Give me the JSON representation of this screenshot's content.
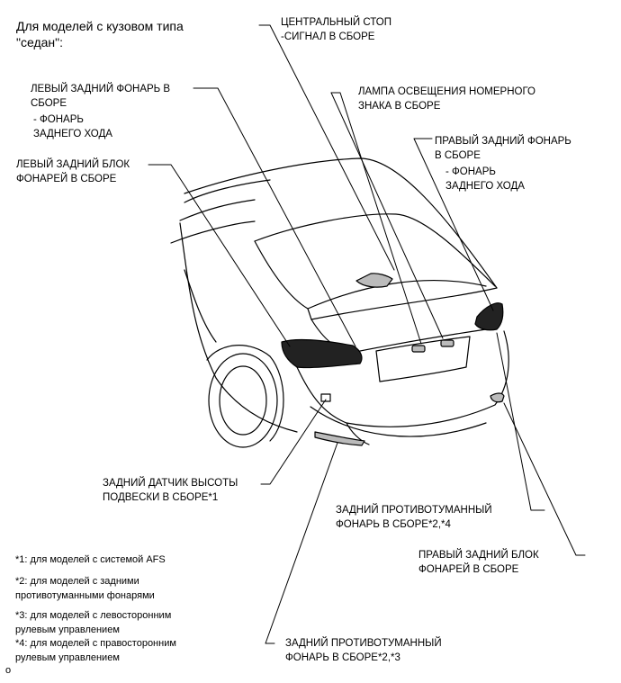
{
  "header": {
    "model_note": "Для моделей с кузовом типа\n\"седан\":"
  },
  "callouts": {
    "central_stop": "ЦЕНТРАЛЬНЫЙ СТОП\n-СИГНАЛ В СБОРЕ",
    "left_rear_lamp": "ЛЕВЫЙ ЗАДНИЙ ФОНАРЬ В\nСБОРЕ",
    "left_rear_lamp_sub": "- ФОНАРЬ\nЗАДНЕГО ХОДА",
    "plate_lamp": "ЛАМПА ОСВЕЩЕНИЯ НОМЕРНОГО\nЗНАКА В СБОРЕ",
    "right_rear_lamp": "ПРАВЫЙ ЗАДНИЙ ФОНАРЬ\nВ СБОРЕ",
    "right_rear_lamp_sub": "- ФОНАРЬ\nЗАДНЕГО ХОДА",
    "left_rear_combo": "ЛЕВЫЙ ЗАДНИЙ БЛОК\nФОНАРЕЙ В СБОРЕ",
    "height_sensor": "ЗАДНИЙ ДАТЧИК ВЫСОТЫ\nПОДВЕСКИ В СБОРЕ*1",
    "fog_lamp_24": "ЗАДНИЙ ПРОТИВОТУМАННЫЙ\nФОНАРЬ В СБОРЕ*2,*4",
    "right_rear_combo": "ПРАВЫЙ ЗАДНИЙ БЛОК\nФОНАРЕЙ В СБОРЕ",
    "fog_lamp_23": "ЗАДНИЙ ПРОТИВОТУМАННЫЙ\nФОНАРЬ В СБОРЕ*2,*3"
  },
  "footnotes": {
    "n1": "*1: для моделей с системой AFS",
    "n2": "*2: для моделей с задними\nпротивотуманными фонарями",
    "n3": "*3: для моделей с левосторонним\nрулевым управлением",
    "n4": "*4: для моделей с правосторонним\nрулевым управлением"
  },
  "figure_id": "o"
}
